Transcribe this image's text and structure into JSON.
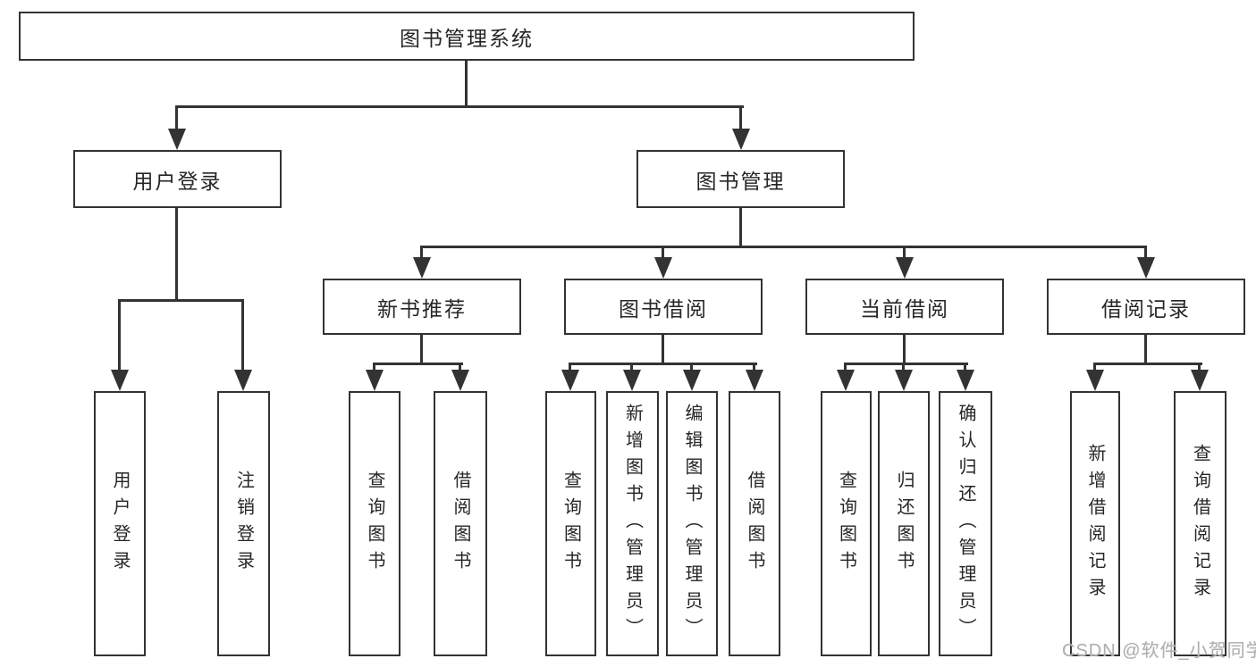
{
  "diagram": {
    "title": "图书管理系统",
    "branches": {
      "user_login": {
        "label": "用户登录",
        "children": {
          "login": "用户登录",
          "logout": "注销登录"
        }
      },
      "book_mgmt": {
        "label": "图书管理",
        "children": {
          "new_book": {
            "label": "新书推荐",
            "children": {
              "c1": "查询图书",
              "c2": "借阅图书"
            }
          },
          "book_borrow": {
            "label": "图书借阅",
            "children": {
              "c1": "查询图书",
              "c2": "新增图书（管理员）",
              "c3": "编辑图书（管理员）",
              "c4": "借阅图书"
            }
          },
          "current_borrow": {
            "label": "当前借阅",
            "children": {
              "c1": "查询图书",
              "c2": "归还图书",
              "c3": "确认归还（管理员）"
            }
          },
          "borrow_record": {
            "label": "借阅记录",
            "children": {
              "c1": "新增借阅记录",
              "c2": "查询借阅记录"
            }
          }
        }
      }
    },
    "watermark": "CSDN @软件_小贺同学",
    "colors": {
      "line": "#333333",
      "text": "#262626",
      "background": "#ffffff",
      "watermark": "#b0b0b0"
    }
  }
}
